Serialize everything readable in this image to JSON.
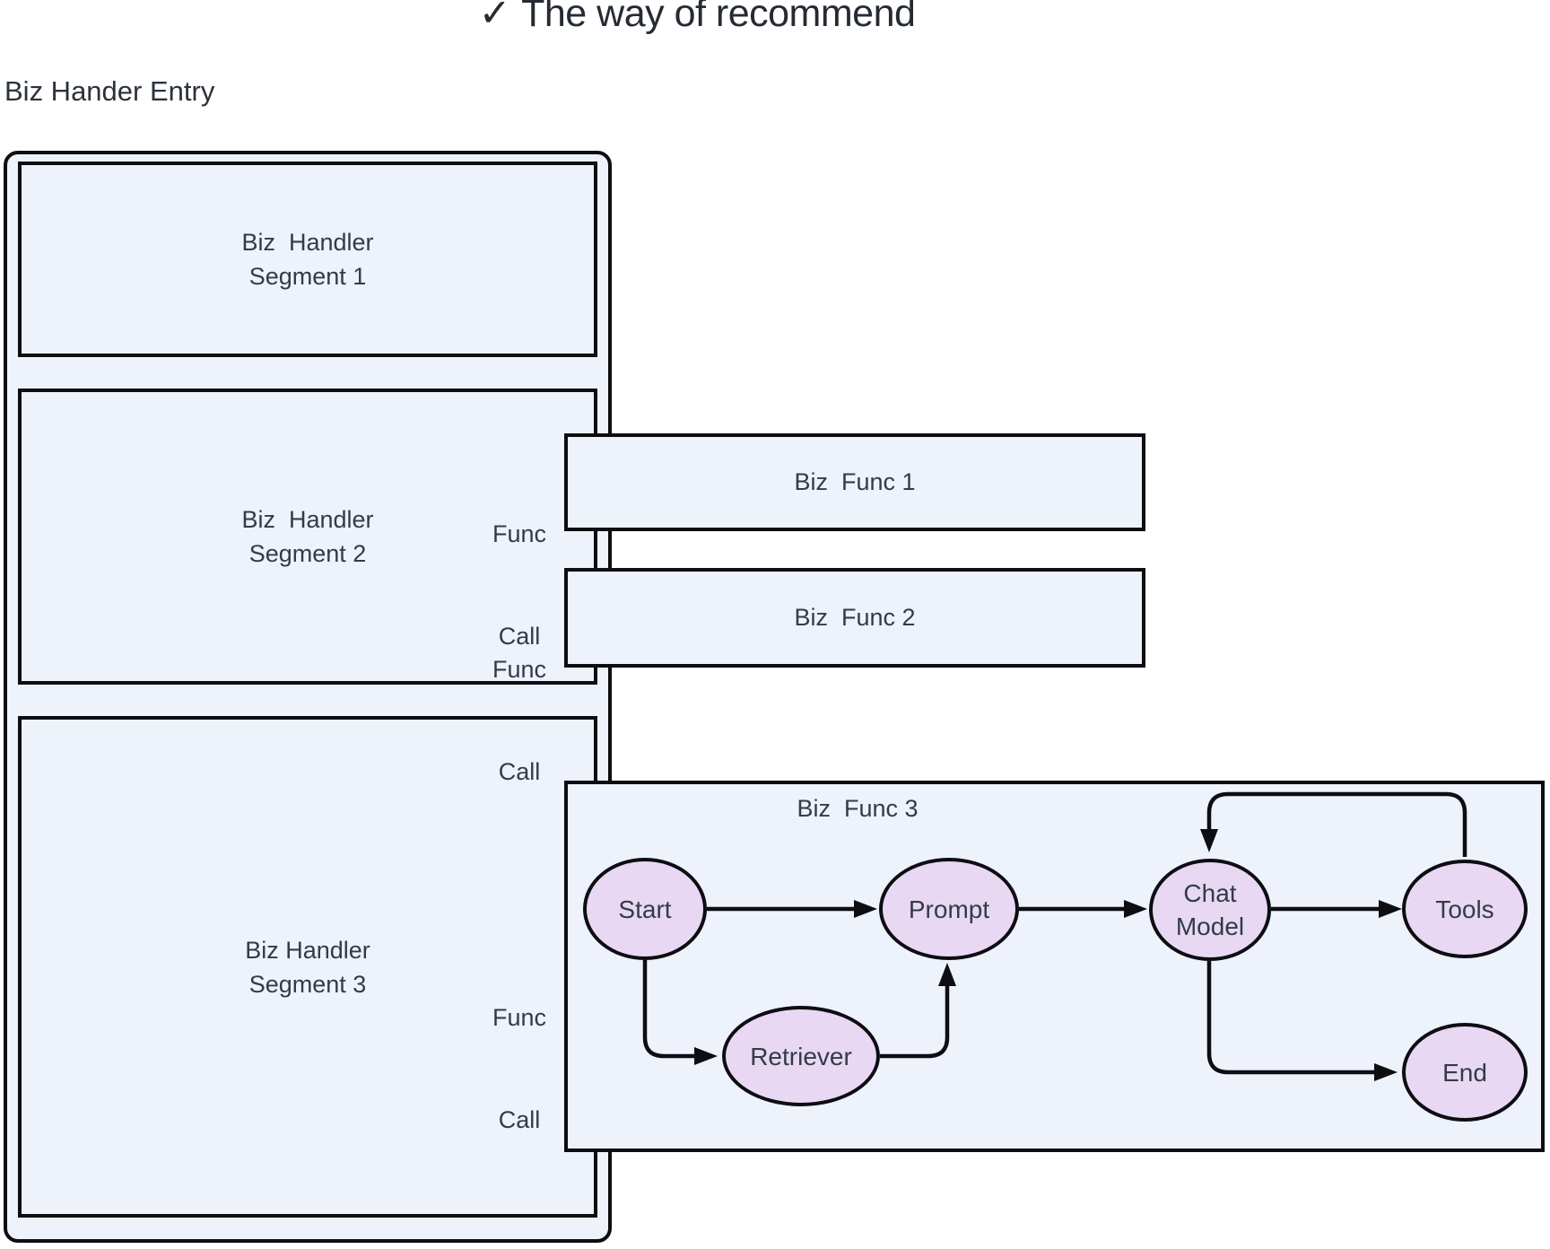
{
  "title": {
    "check": "✓",
    "text": "The way of recommend"
  },
  "entry_label": "Biz Hander Entry",
  "segments": [
    {
      "line1": "Biz  Handler",
      "line2": "Segment 1"
    },
    {
      "line1": "Biz  Handler",
      "line2": "Segment 2"
    },
    {
      "line1": "Biz Handler",
      "line2": "Segment 3"
    }
  ],
  "func_calls": [
    {
      "line1": "Func",
      "line2": "Call"
    },
    {
      "line1": "Func",
      "line2": "Call"
    },
    {
      "line1": "Func",
      "line2": "Call"
    }
  ],
  "funcs": [
    {
      "label": "Biz  Func 1"
    },
    {
      "label": "Biz  Func 2"
    },
    {
      "label": "Biz  Func 3"
    }
  ],
  "flow": {
    "nodes": {
      "start": {
        "label": "Start"
      },
      "retriever": {
        "label": "Retriever"
      },
      "prompt": {
        "label": "Prompt"
      },
      "chat_model": {
        "line1": "Chat",
        "line2": "Model"
      },
      "tools": {
        "label": "Tools"
      },
      "end": {
        "label": "End"
      }
    },
    "edges": [
      {
        "from": "Start",
        "to": "Prompt"
      },
      {
        "from": "Start",
        "to": "Retriever"
      },
      {
        "from": "Retriever",
        "to": "Prompt"
      },
      {
        "from": "Prompt",
        "to": "Chat Model"
      },
      {
        "from": "Chat Model",
        "to": "Tools"
      },
      {
        "from": "Tools",
        "to": "Chat Model"
      },
      {
        "from": "Chat Model",
        "to": "End"
      }
    ]
  },
  "colors": {
    "background": "#ffffff",
    "box_fill": "#edf2fb",
    "node_fill": "#e9d8f3",
    "border": "#0d0d12",
    "text": "#343b48"
  }
}
